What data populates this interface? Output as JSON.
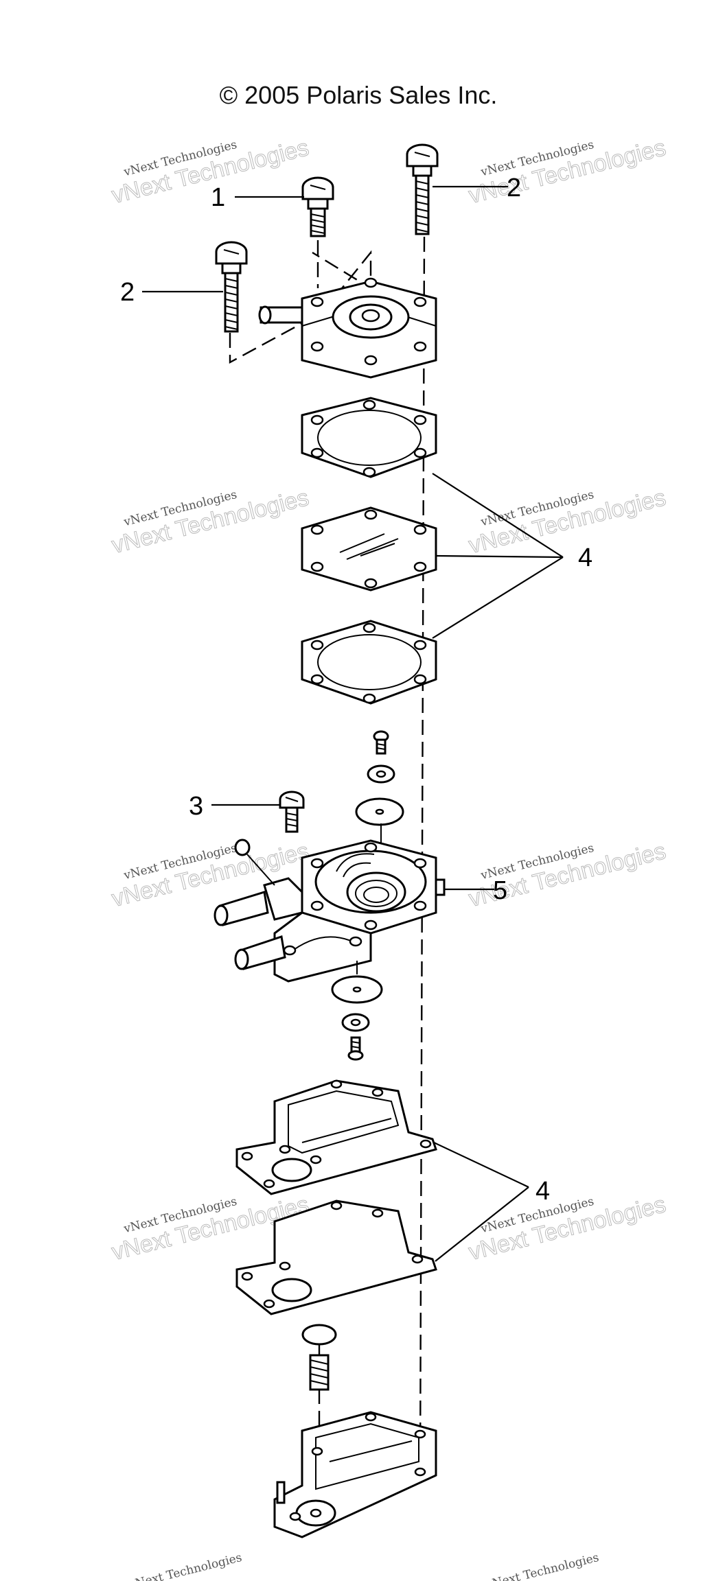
{
  "title": "© 2005 Polaris Sales Inc.",
  "watermark": {
    "line1": "vNext Technologies",
    "line2": "vNext Technologies"
  },
  "callouts": {
    "c1": "1",
    "c2a": "2",
    "c2b": "2",
    "c3": "3",
    "c4a": "4",
    "c5": "5",
    "c4b": "4"
  },
  "colors": {
    "ink": "#000000",
    "background": "#ffffff",
    "watermark": "#bbbbbb"
  }
}
